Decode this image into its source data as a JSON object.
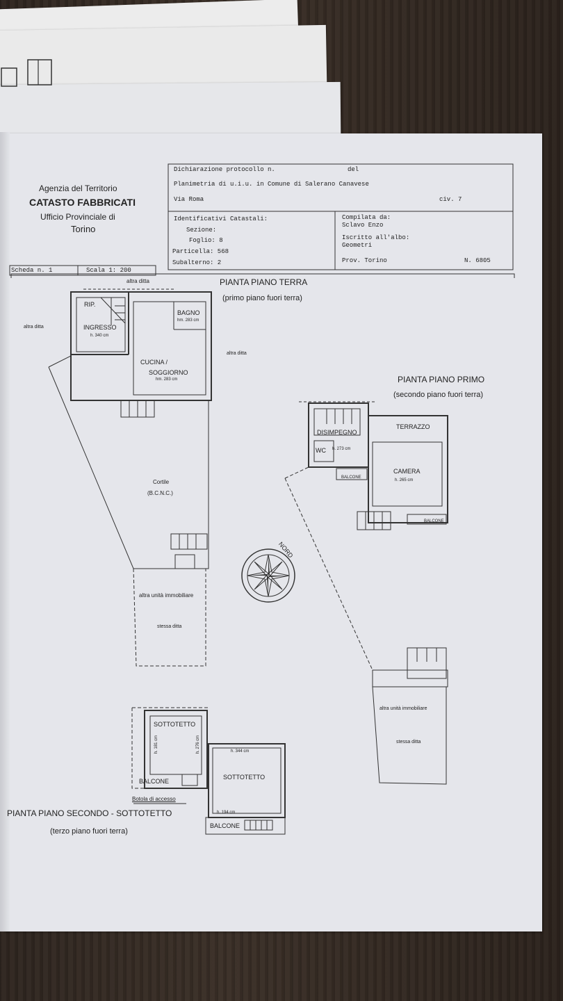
{
  "agency": {
    "line1": "Agenzia del Territorio",
    "line2": "CATASTO FABBRICATI",
    "line3": "Ufficio Provinciale di",
    "line4": "Torino"
  },
  "header": {
    "dichiarazione": "Dichiarazione protocollo n.",
    "del": "del",
    "planimetria": "Planimetria di u.i.u. in Comune di Salerano Canavese",
    "via": "Via Roma",
    "civ": "civ. 7",
    "identificativi": "Identificativi Catastali:",
    "sezione": "Sezione:",
    "foglio": "Foglio: 8",
    "particella": "Particella: 568",
    "subalterno": "Subalterno: 2",
    "compilata": "Compilata da:",
    "compilatore": "Sclavo Enzo",
    "iscritto": "Iscritto all'albo:",
    "albo": "Geometri",
    "prov": "Prov. Torino",
    "numero": "N.  6805"
  },
  "scheda": "Scheda n. 1",
  "scala": "Scala 1: 200",
  "ground_floor": {
    "title": "PIANTA PIANO TERRA",
    "subtitle": "(primo piano fuori terra)",
    "altra_ditta_top": "altra ditta",
    "altra_ditta_left": "altra ditta",
    "altra_ditta_right": "altra ditta",
    "rip": "RIP.",
    "ingresso": "INGRESSO",
    "ingresso_h": "h. 340 cm",
    "bagno": "BAGNO",
    "bagno_h": "hm. 283 cm",
    "cucina": "CUCINA /",
    "soggiorno": "SOGGIORNO",
    "soggiorno_h": "hm. 283 cm",
    "cortile": "Cortile",
    "bcnc": "(B.C.N.C.)",
    "altra_unita": "altra unità immobiliare",
    "stessa_ditta": "stessa ditta"
  },
  "first_floor": {
    "title": "PIANTA PIANO PRIMO",
    "subtitle": "(secondo piano fuori terra)",
    "terrazzo": "TERRAZZO",
    "disimpegno": "DISIMPEGNO",
    "wc": "WC",
    "wc_h": "h. 273 cm",
    "camera": "CAMERA",
    "camera_h": "h. 265 cm",
    "balcone1": "BALCONE",
    "balcone2": "BALCONE",
    "altra_unita": "altra unità immobiliare",
    "stessa_ditta": "stessa ditta"
  },
  "compass": {
    "label": "NORD"
  },
  "second_floor": {
    "title": "PIANTA PIANO SECONDO - SOTTOTETTO",
    "subtitle": "(terzo piano fuori terra)",
    "sottotetto1": "SOTTOTETTO",
    "sottotetto2": "SOTTOTETTO",
    "h181": "h. 181 cm",
    "h276": "h. 276 cm",
    "h344": "h. 344 cm",
    "h194": "h. 194 cm",
    "balcone1": "BALCONE",
    "balcone2": "BALCONE",
    "botola": "Botola di accesso"
  }
}
